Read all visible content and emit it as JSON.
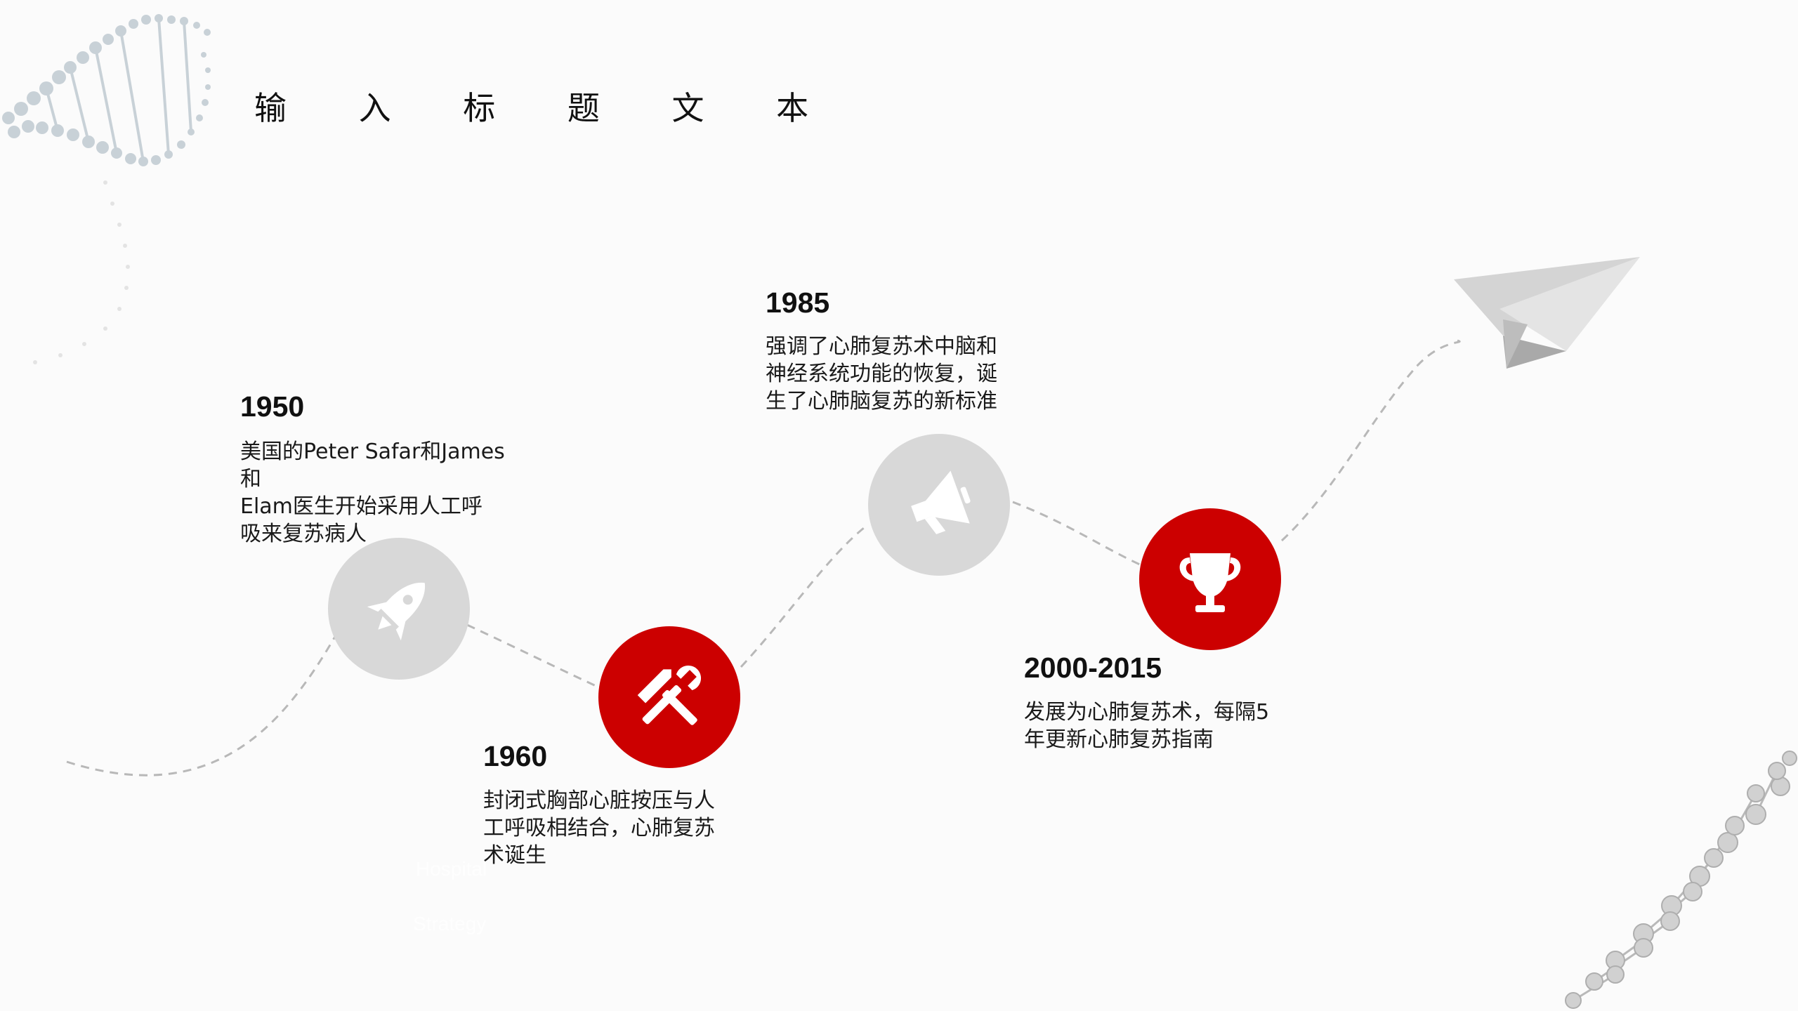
{
  "slide": {
    "title": "输 入 标 题 文 本"
  },
  "timeline": [
    {
      "year": "1950",
      "text": "美国的Peter Safar和James和\nElam医生开始采用人工呼\n吸来复苏病人",
      "icon": "rocket-icon",
      "color": "#d8d8d8"
    },
    {
      "year": "1960",
      "text": "封闭式胸部心脏按压与人\n工呼吸相结合，心肺复苏\n术诞生",
      "icon": "tools-icon",
      "color": "#cc0000"
    },
    {
      "year": "1985",
      "text": "强调了心肺复苏术中脑和\n神经系统功能的恢复，诞\n生了心肺脑复苏的新标准",
      "icon": "megaphone-icon",
      "color": "#d8d8d8"
    },
    {
      "year": "2000-2015",
      "text": "发展为心肺复苏术，每隔5\n年更新心肺复苏指南",
      "icon": "trophy-icon",
      "color": "#cc0000"
    }
  ],
  "decor": {
    "faint_1": "Hospital",
    "faint_2": "Strategy"
  }
}
